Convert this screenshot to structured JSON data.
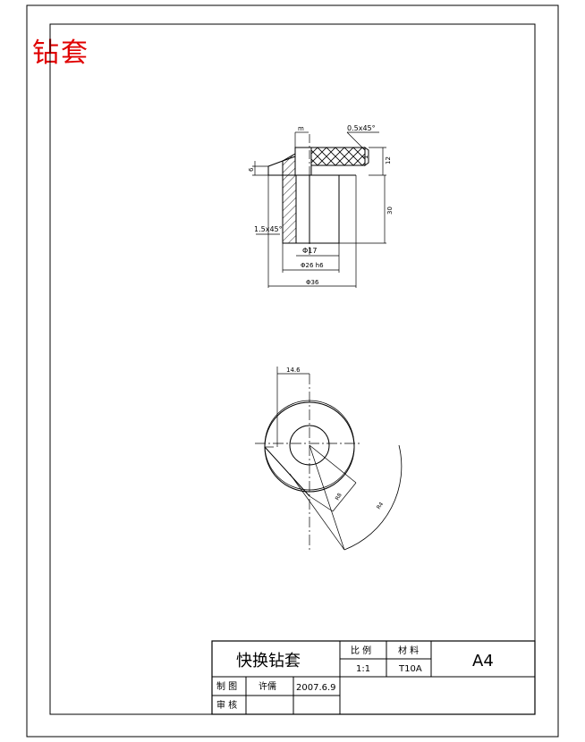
{
  "corner_title": "钻套",
  "title_block": {
    "part_name": "快换钻套",
    "scale_header": "比 例",
    "scale_value": "1:1",
    "material_header": "材 料",
    "material_value": "T10A",
    "sheet_size": "A4",
    "drawn_by_label": "制 图",
    "drawn_by_name": "许儒",
    "drawn_date": "2007.6.9",
    "checked_by_label": "审 核"
  },
  "section_view": {
    "chamfer_top": "0.5x45°",
    "chamfer_bottom": "1.5x45°",
    "dim_top_left": "m",
    "dim_height_top": "12",
    "dim_height_main": "30",
    "dim_left_small": "6",
    "dim_right_small": "1",
    "dim_bore": "Φ17",
    "dim_outer_fit": "Φ26 h6",
    "dim_head": "Φ36"
  },
  "plan_view": {
    "dim_offset": "14.6",
    "dim_radius_inner": "R8",
    "dim_radius_outer": "R4"
  }
}
